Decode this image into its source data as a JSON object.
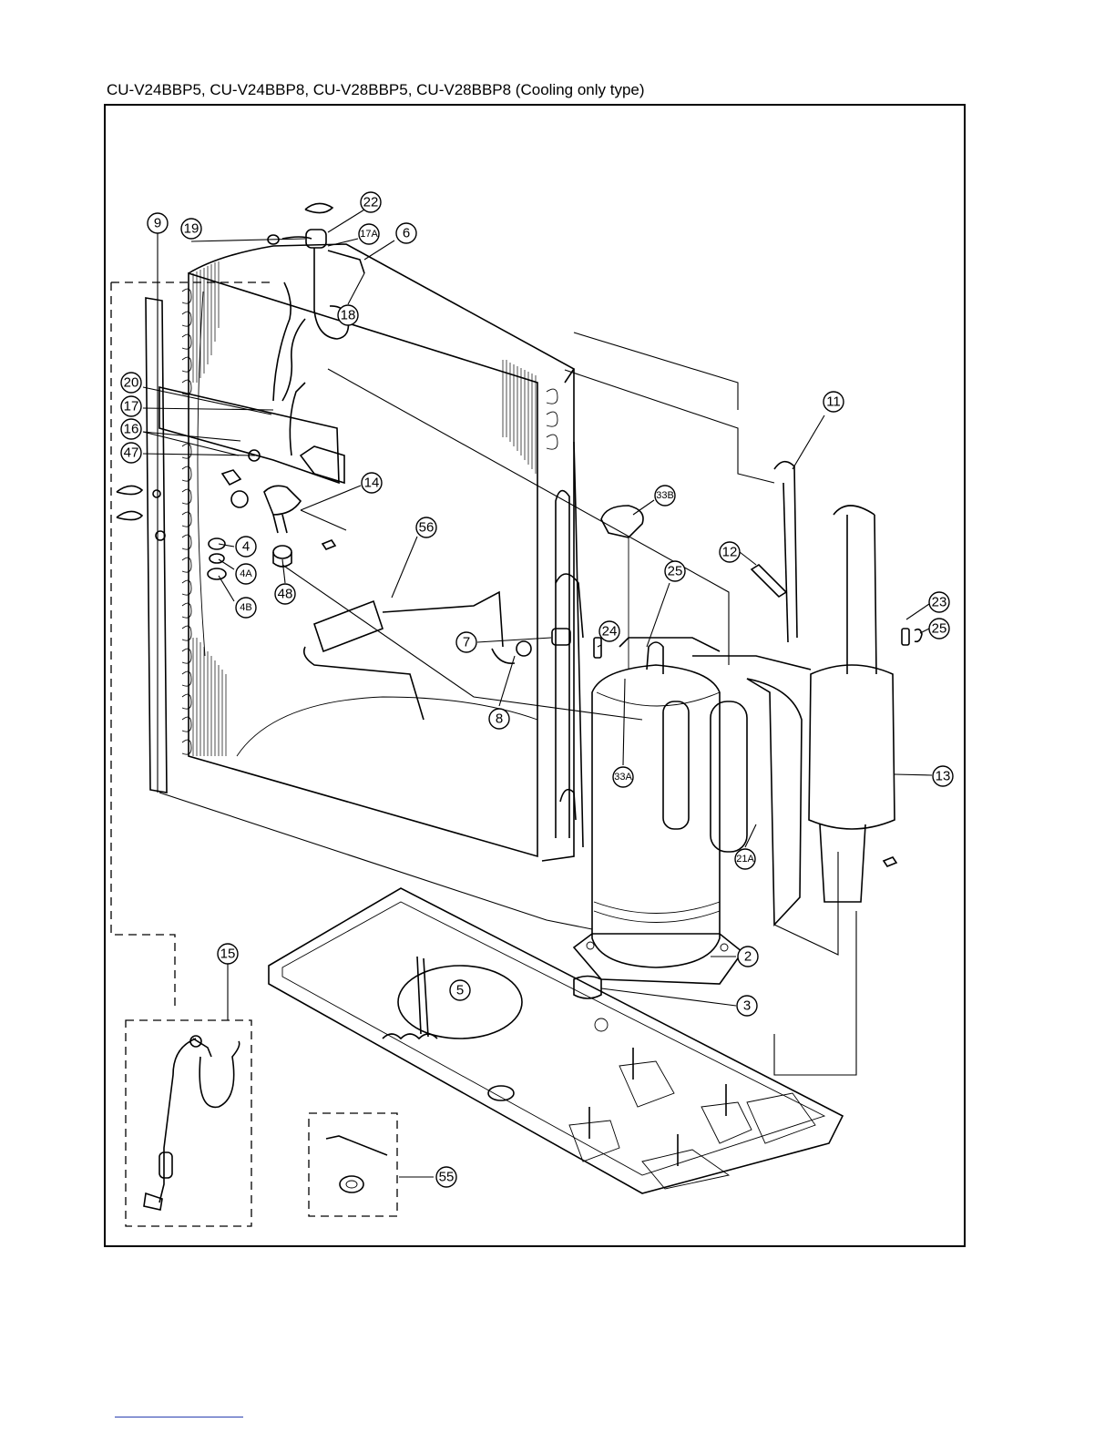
{
  "title": "CU-V24BBP5, CU-V24BBP8, CU-V28BBP5, CU-V28BBP8 (Cooling only type)",
  "callouts": {
    "p9": "9",
    "p19": "19",
    "p22": "22",
    "p17A": "17A",
    "p6": "6",
    "p18": "18",
    "p20": "20",
    "p17": "17",
    "p16": "16",
    "p47": "47",
    "p14": "14",
    "p11": "11",
    "p33B": "33B",
    "p12": "12",
    "p56": "56",
    "p25a": "25",
    "p23": "23",
    "p25b": "25",
    "p4": "4",
    "p4A": "4A",
    "p4B": "4B",
    "p48": "48",
    "p7": "7",
    "p24": "24",
    "p8": "8",
    "p33A": "33A",
    "p13": "13",
    "p21A": "21A",
    "p15": "15",
    "p2": "2",
    "p5": "5",
    "p3": "3",
    "p55": "55"
  }
}
